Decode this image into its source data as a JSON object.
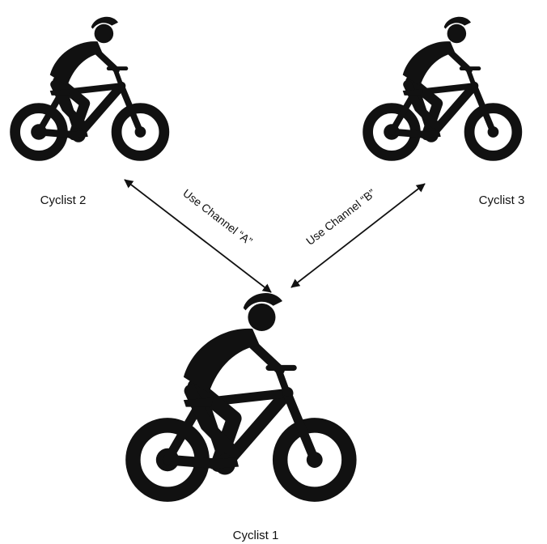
{
  "nodes": {
    "cyclist2": {
      "label": "Cyclist 2",
      "icon": "cyclist-icon"
    },
    "cyclist3": {
      "label": "Cyclist 3",
      "icon": "cyclist-icon"
    },
    "cyclist1": {
      "label": "Cyclist 1",
      "icon": "cyclist-icon"
    }
  },
  "edges": {
    "channel_a": {
      "label": "Use Channel “A”",
      "from": "Cyclist 1",
      "to": "Cyclist 2",
      "bidirectional": true
    },
    "channel_b": {
      "label": "Use Channel “B”",
      "from": "Cyclist 1",
      "to": "Cyclist 3",
      "bidirectional": true
    }
  },
  "colors": {
    "ink": "#111111",
    "background": "#ffffff"
  }
}
